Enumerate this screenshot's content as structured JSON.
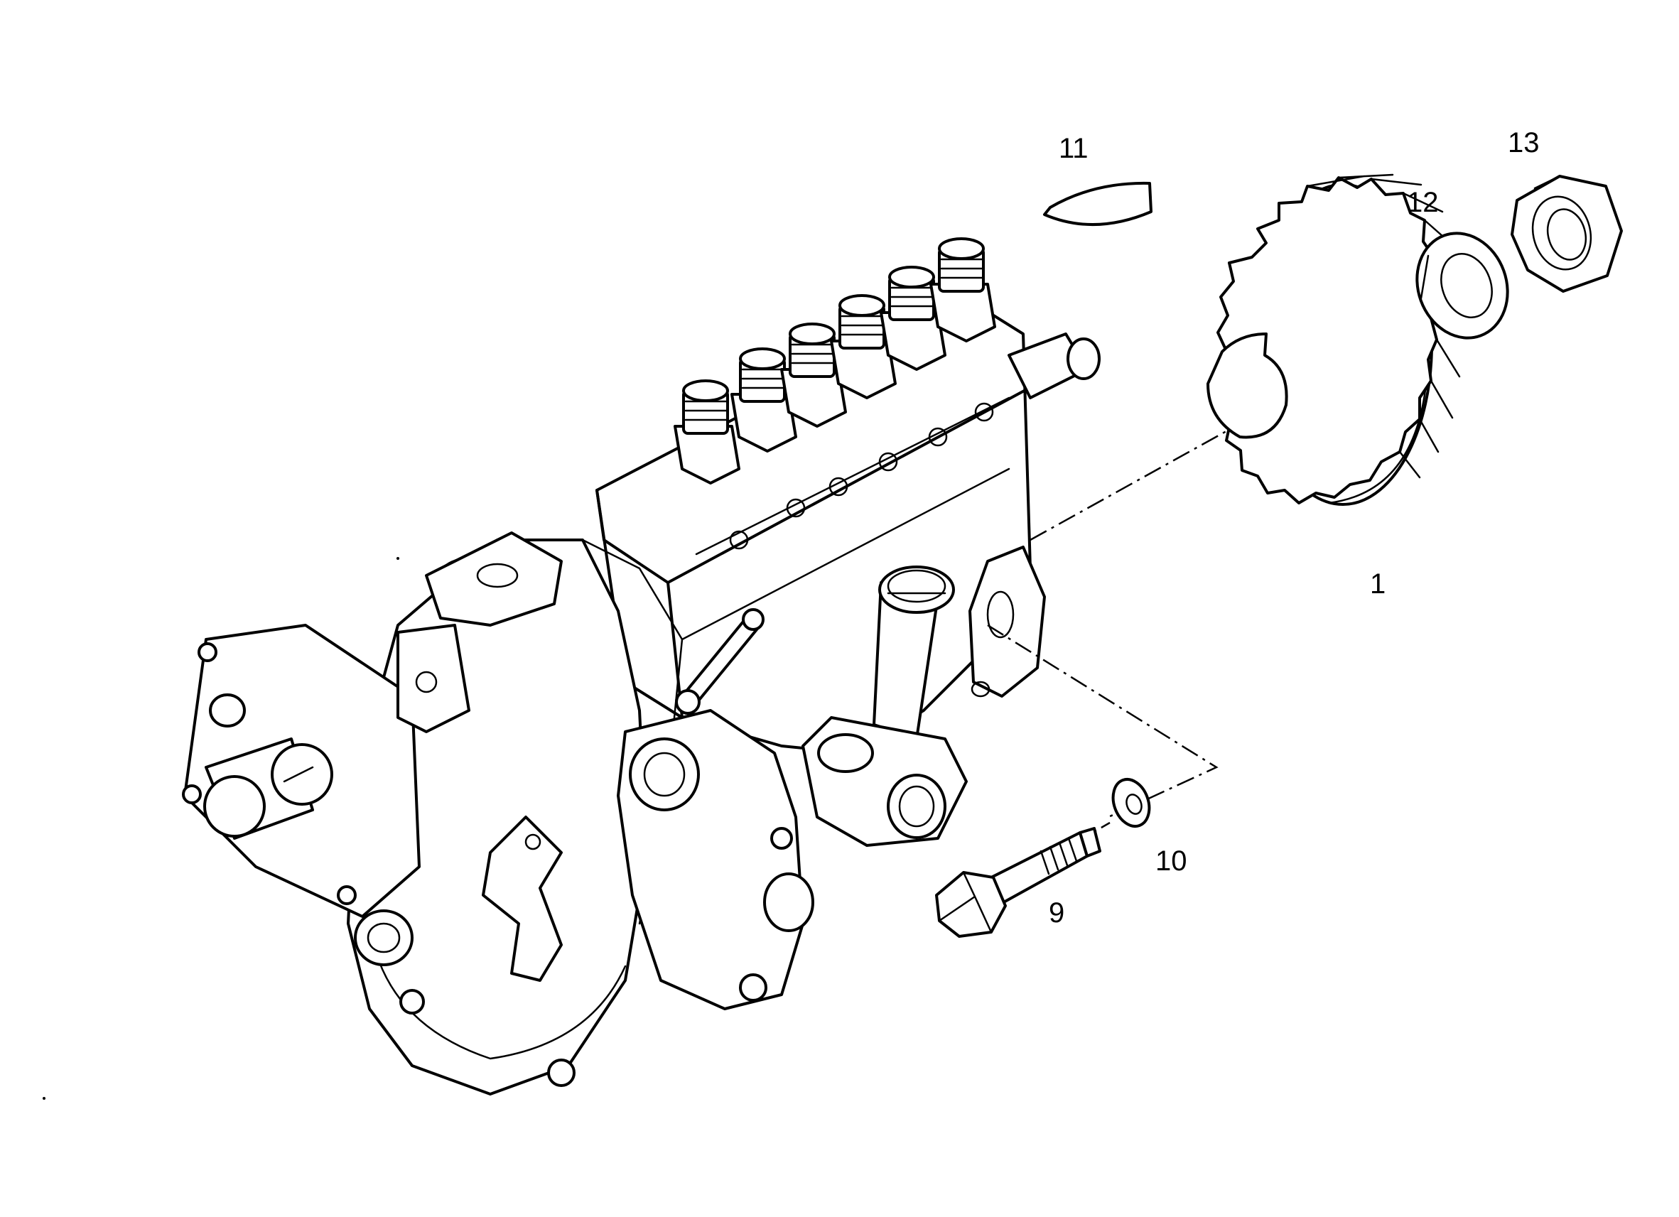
{
  "callouts": {
    "gear": "1",
    "bolt": "9",
    "washer": "10",
    "woodruff_key": "11",
    "lock_washer": "12",
    "nut": "13"
  },
  "colors": {
    "ink": "#000000",
    "paper": "#ffffff"
  }
}
